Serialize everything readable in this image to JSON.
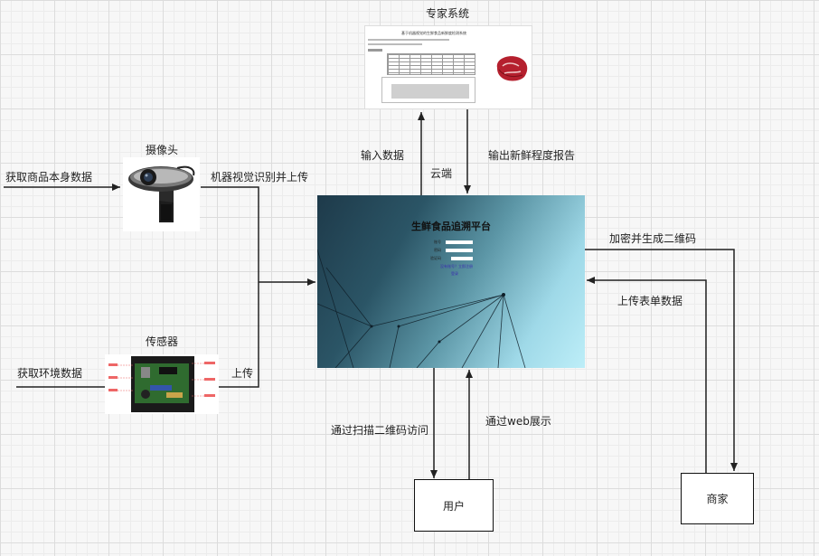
{
  "expert_system": {
    "title": "专家系统",
    "doc_title": "基于机器视觉的生鲜食品新鲜度检测系统"
  },
  "camera": {
    "title": "摄像头"
  },
  "sensor": {
    "title": "传感器"
  },
  "platform": {
    "title": "生鲜食品追溯平台",
    "field_account": "账号",
    "field_password": "密码",
    "field_code": "验证码",
    "link_register": "没有账号？立即注册",
    "link_login": "登录"
  },
  "nodes": {
    "user": "用户",
    "merchant": "商家"
  },
  "edges": {
    "product_data": "获取商品本身数据",
    "vision_upload": "机器视觉识别并上传",
    "env_data": "获取环境数据",
    "upload": "上传",
    "input_data": "输入数据",
    "cloud": "云端",
    "freshness_report": "输出新鲜程度报告",
    "encrypt_qr": "加密并生成二维码",
    "upload_form": "上传表单数据",
    "scan_qr": "通过扫描二维码访问",
    "web_display": "通过web展示"
  }
}
